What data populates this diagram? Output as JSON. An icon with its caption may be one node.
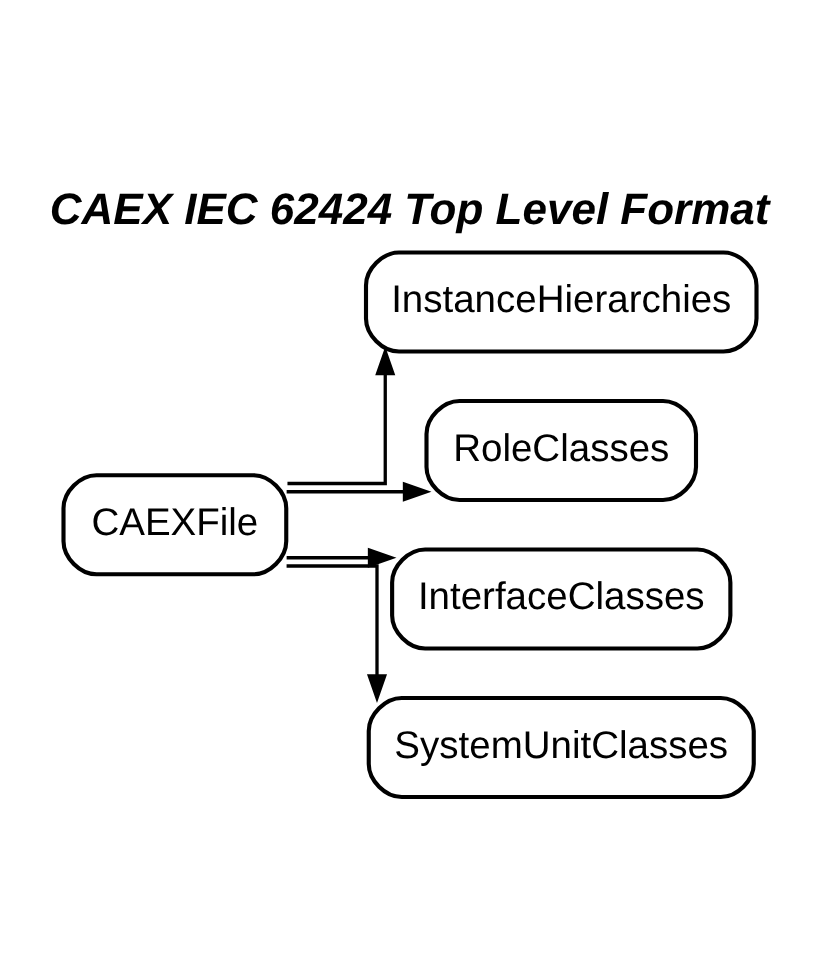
{
  "diagram": {
    "title": "CAEX IEC 62424 Top Level Format",
    "nodes": [
      {
        "text": [
          "CAEXFile"
        ]
      },
      {
        "text": [
          "InstanceHierarchies"
        ]
      },
      {
        "text": [
          "RoleClasses"
        ]
      },
      {
        "text": [
          "InterfaceClasses"
        ]
      },
      {
        "text": [
          "SystemUnitClasses"
        ]
      }
    ],
    "edges": [
      {
        "from": 0,
        "to": 1,
        "arrow": "to"
      },
      {
        "from": 0,
        "to": 2,
        "arrow": "to"
      },
      {
        "from": 0,
        "to": 3,
        "arrow": "to"
      },
      {
        "from": 0,
        "to": 4,
        "arrow": "to"
      }
    ]
  }
}
